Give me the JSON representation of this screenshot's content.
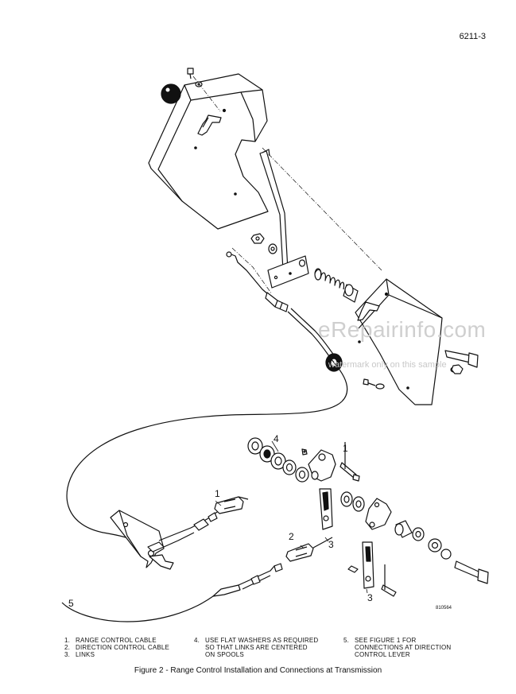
{
  "page_number": "6211-3",
  "watermark": {
    "main": "eRepairinfo.com",
    "sub": "watermark only on this sample"
  },
  "drawing_number": "810564",
  "callouts": {
    "c4": "4",
    "c1a": "1",
    "c1b": "1",
    "c2": "2",
    "c3a": "3",
    "c3b": "3",
    "c5": "5"
  },
  "legend": [
    {
      "num": "1.",
      "lines": [
        "RANGE CONTROL CABLE"
      ]
    },
    {
      "num": "2.",
      "lines": [
        "DIRECTION CONTROL CABLE"
      ]
    },
    {
      "num": "3.",
      "lines": [
        "LINKS"
      ]
    },
    {
      "num": "4.",
      "lines": [
        "USE FLAT WASHERS AS REQUIRED",
        "SO THAT LINKS ARE CENTERED",
        "ON SPOOLS"
      ]
    },
    {
      "num": "5.",
      "lines": [
        "SEE FIGURE 1 FOR",
        "CONNECTIONS AT DIRECTION",
        "CONTROL LEVER"
      ]
    }
  ],
  "caption": "Figure 2 - Range Control Installation and Connections at Transmission"
}
